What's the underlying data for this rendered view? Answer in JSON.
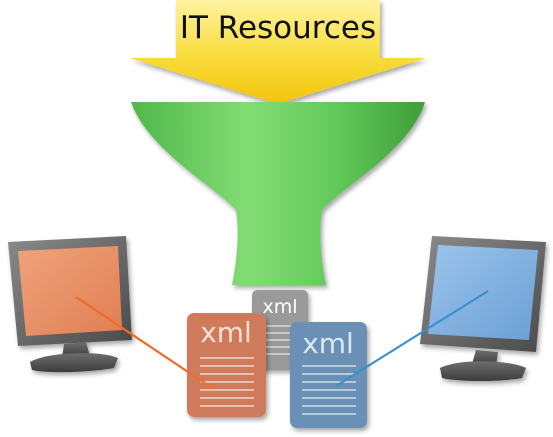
{
  "diagram": {
    "title": "IT Resources",
    "documents": {
      "back_label": "xml",
      "left_label": "xml",
      "right_label": "xml"
    },
    "colors": {
      "arrow": "#f7d21c",
      "funnel": "#5fcc5a",
      "left_screen": "#e69066",
      "right_screen": "#7fb0e0",
      "left_doc": "#d07a5c",
      "right_doc": "#6b90b5",
      "back_doc": "#9a9a9a",
      "left_line": "#ef6b2e",
      "right_line": "#3a8fd0"
    }
  }
}
